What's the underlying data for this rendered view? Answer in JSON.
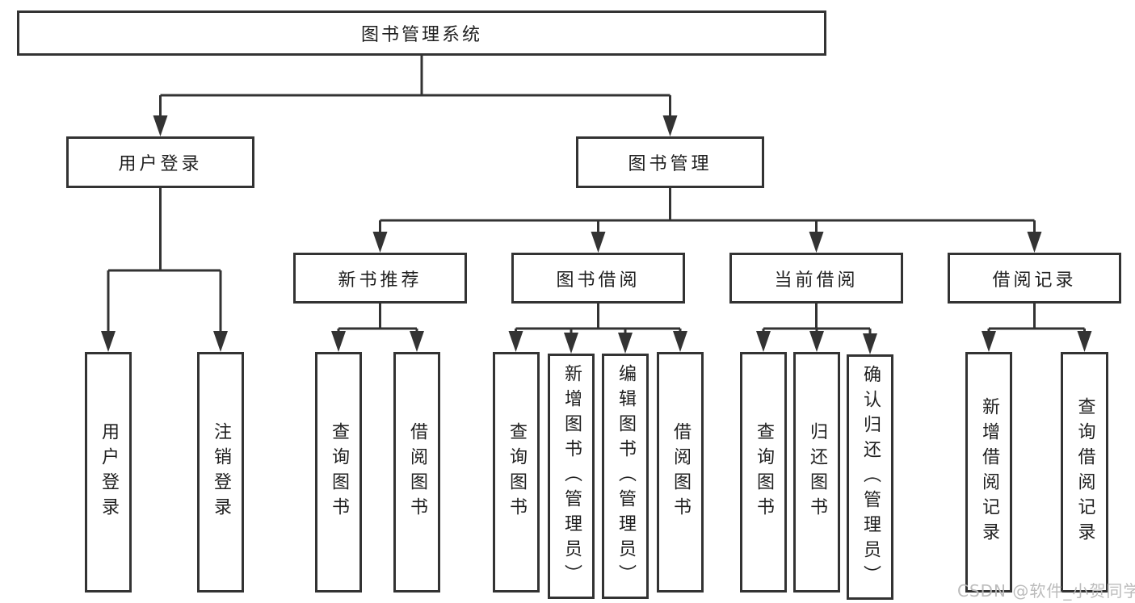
{
  "diagram": {
    "root": {
      "label": "图书管理系统"
    },
    "level1": [
      {
        "label": "用户登录"
      },
      {
        "label": "图书管理"
      }
    ],
    "level2": [
      {
        "label": "新书推荐"
      },
      {
        "label": "图书借阅"
      },
      {
        "label": "当前借阅"
      },
      {
        "label": "借阅记录"
      }
    ],
    "leaves": {
      "user_login": [
        {
          "label": "用户登录"
        },
        {
          "label": "注销登录"
        }
      ],
      "new_book": [
        {
          "label": "查询图书"
        },
        {
          "label": "借阅图书"
        }
      ],
      "book_borrow": [
        {
          "label": "查询图书"
        },
        {
          "label": "新增图书（管理员）"
        },
        {
          "label": "编辑图书（管理员）"
        },
        {
          "label": "借阅图书"
        }
      ],
      "current_borrow": [
        {
          "label": "查询图书"
        },
        {
          "label": "归还图书"
        },
        {
          "label": "确认归还（管理员）"
        }
      ],
      "borrow_record": [
        {
          "label": "新增借阅记录"
        },
        {
          "label": "查询借阅记录"
        }
      ]
    }
  },
  "watermark": {
    "text": "CSDN @软件_小贺同学"
  },
  "colors": {
    "line": "#333333",
    "box_border": "#333333",
    "text": "#1f1f1f",
    "watermark": "#b9b9b9",
    "background": "#ffffff"
  }
}
